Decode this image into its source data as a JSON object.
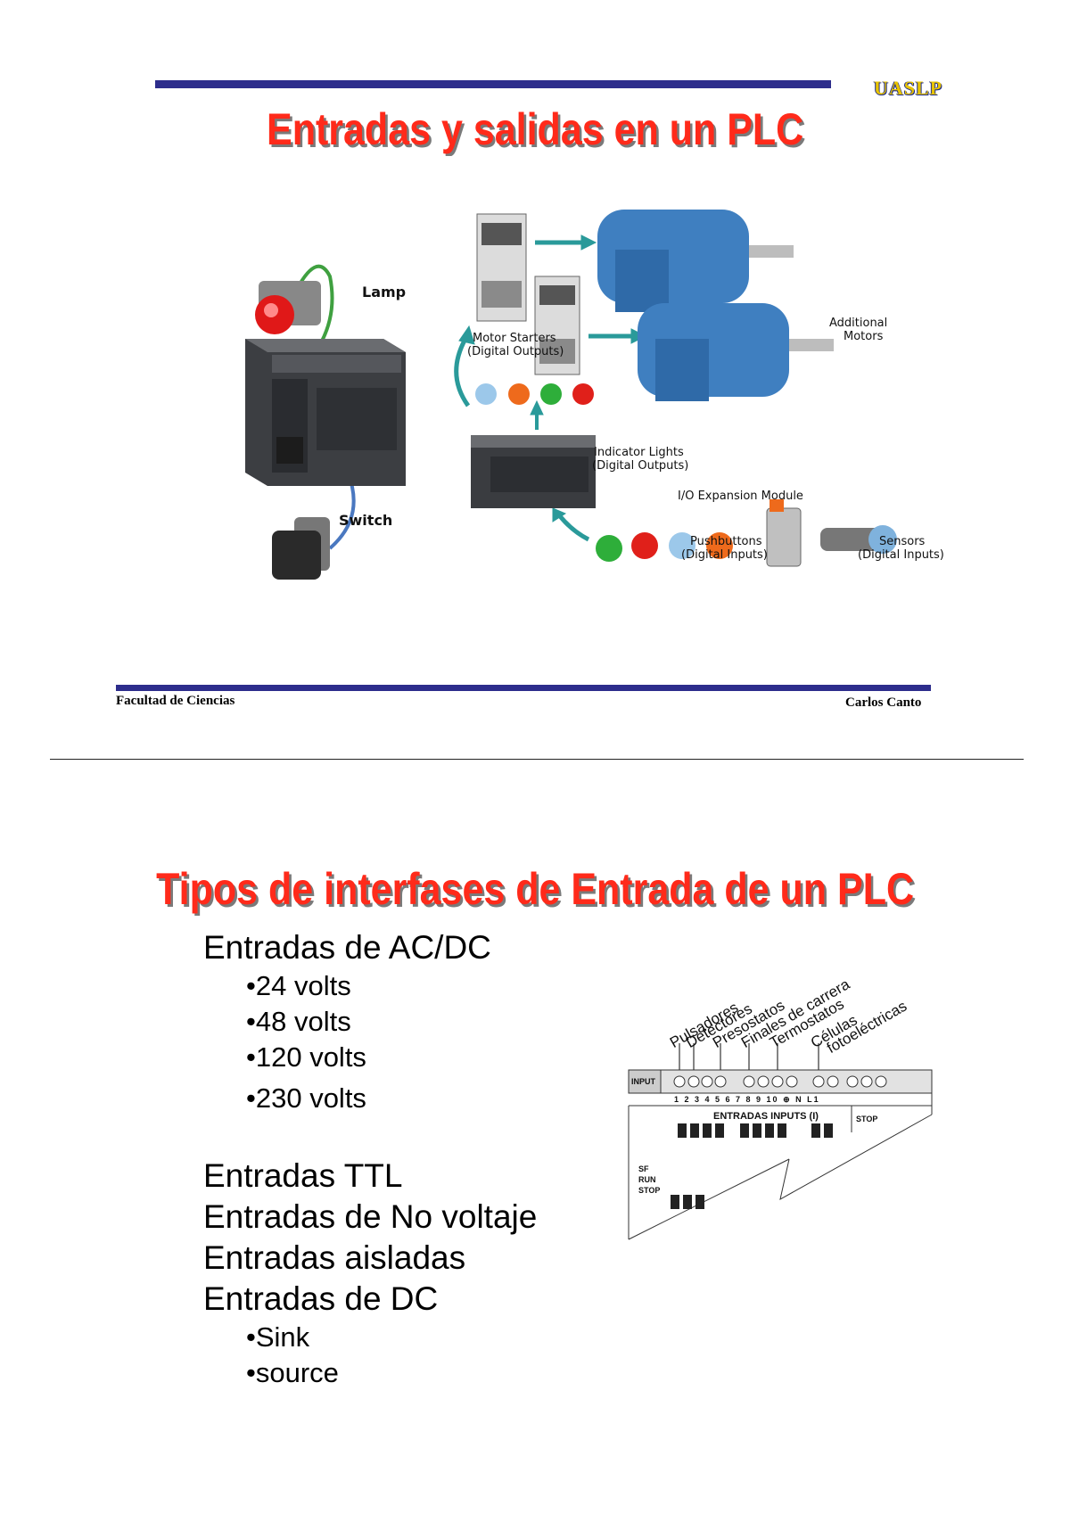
{
  "slide1": {
    "brand": "UASLP",
    "title": "Entradas y salidas en un PLC",
    "labels": {
      "lamp": "Lamp",
      "switch": "Switch",
      "motor_starters": "Motor Starters",
      "motor_starters_sub": "(Digital Outputs)",
      "additional_motors_1": "Additional",
      "additional_motors_2": "Motors",
      "indicator_lights": "Indicator Lights",
      "indicator_lights_sub": "(Digital Outputs)",
      "io_module": "I/O Expansion Module",
      "pushbuttons": "Pushbuttons",
      "pushbuttons_sub": "(Digital Inputs)",
      "sensors": "Sensors",
      "sensors_sub": "(Digital Inputs)"
    },
    "footer_left": "Facultad de Ciencias",
    "footer_right": "Carlos Canto"
  },
  "slide2": {
    "title": "Tipos de interfases de Entrada de un PLC",
    "ac_dc": "Entradas de AC/DC",
    "ac_dc_items": [
      "•24 volts",
      "•48 volts",
      "•120 volts",
      "•230 volts"
    ],
    "ttl": "Entradas TTL",
    "no_voltage": "Entradas de No voltaje",
    "isolated": "Entradas aisladas",
    "dc": "Entradas de DC",
    "dc_items": [
      "•Sink",
      "•source"
    ],
    "diagram_labels": [
      "Pulsadores",
      "Detectores",
      "Presostatos",
      "Finales de carrera",
      "Termostatos",
      "Células",
      "fotoeléctricas"
    ],
    "diagram_small": {
      "input": "INPUT",
      "entradas": "ENTRADAS INPUTS (I)",
      "stop": "STOP",
      "sf": "SF",
      "run": "RUN",
      "stop2": "STOP",
      "terminals": "1  2  3  4     5  6  7  8     9  10  ⊕  N  L1"
    }
  },
  "colors": {
    "rule": "#2d2d8c",
    "title_red": "#ff2a1a",
    "brand_yellow": "#e8c400",
    "motor_blue": "#3f7fc0",
    "arrow_teal": "#2a9a9a"
  }
}
